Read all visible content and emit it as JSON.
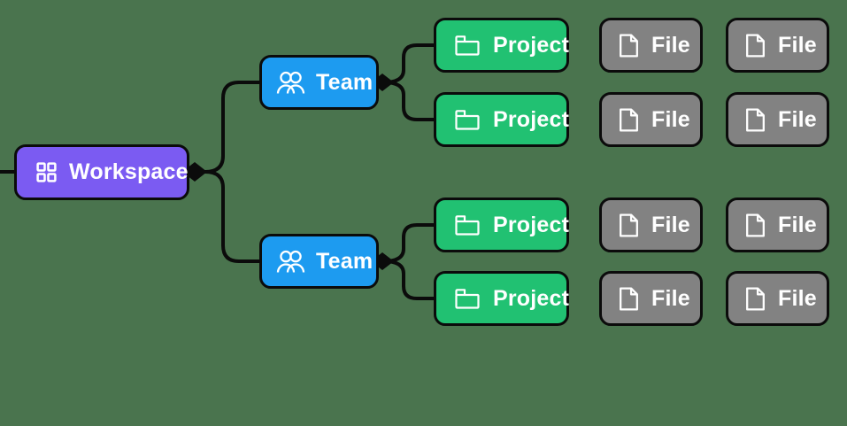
{
  "colors": {
    "background": "#4A744E",
    "edge": "#0B0B0B",
    "connector_diamond": "#0B0B0B",
    "workspace_fill": "#7B5BF2",
    "team_fill": "#1D9BF0",
    "project_fill": "#21C172",
    "file_fill": "#828282",
    "node_border": "#0B0B0B",
    "label_text": "#FFFFFF"
  },
  "nodes": {
    "workspace": {
      "label": "Workspace",
      "icon": "grid-icon"
    },
    "teams": [
      {
        "label": "Team",
        "icon": "users-icon"
      },
      {
        "label": "Team",
        "icon": "users-icon"
      }
    ],
    "projects": [
      {
        "label": "Project",
        "icon": "folder-icon"
      },
      {
        "label": "Project",
        "icon": "folder-icon"
      },
      {
        "label": "Project",
        "icon": "folder-icon"
      },
      {
        "label": "Project",
        "icon": "folder-icon"
      }
    ],
    "files": [
      {
        "label": "File",
        "icon": "file-icon"
      },
      {
        "label": "File",
        "icon": "file-icon"
      },
      {
        "label": "File",
        "icon": "file-icon"
      },
      {
        "label": "File",
        "icon": "file-icon"
      },
      {
        "label": "File",
        "icon": "file-icon"
      },
      {
        "label": "File",
        "icon": "file-icon"
      },
      {
        "label": "File",
        "icon": "file-icon"
      },
      {
        "label": "File",
        "icon": "file-icon"
      }
    ]
  },
  "edges": [
    {
      "from": "external-left",
      "to": "workspace"
    },
    {
      "from": "workspace",
      "to": "team-1"
    },
    {
      "from": "workspace",
      "to": "team-2"
    },
    {
      "from": "team-1",
      "to": "project-1"
    },
    {
      "from": "team-1",
      "to": "project-2"
    },
    {
      "from": "team-2",
      "to": "project-3"
    },
    {
      "from": "team-2",
      "to": "project-4"
    }
  ]
}
